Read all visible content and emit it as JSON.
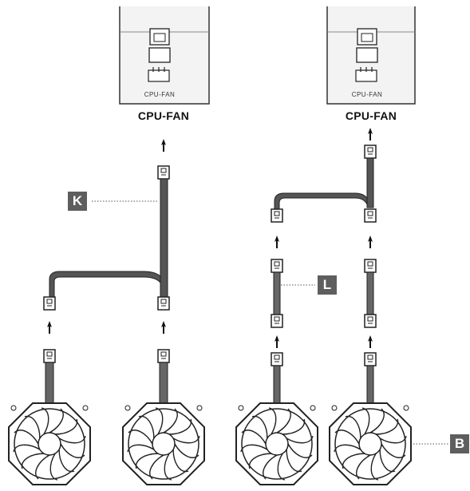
{
  "diagram": {
    "cpu_fan_header_label": "CPU-FAN",
    "pcb_silkscreen": "CPU-FAN",
    "callouts": {
      "splitter_cable": "K",
      "extension_cable": "L",
      "fan": "B"
    }
  }
}
